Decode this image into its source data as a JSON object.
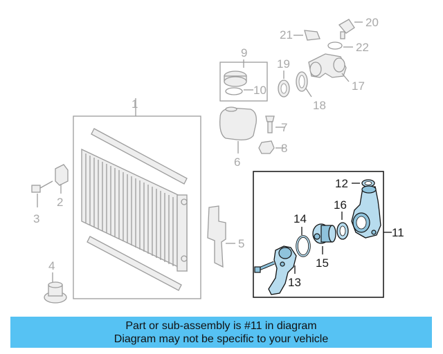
{
  "diagram": {
    "callouts": [
      {
        "id": "1",
        "text": "1"
      },
      {
        "id": "2",
        "text": "2"
      },
      {
        "id": "3",
        "text": "3"
      },
      {
        "id": "4",
        "text": "4"
      },
      {
        "id": "5",
        "text": "5"
      },
      {
        "id": "6",
        "text": "6"
      },
      {
        "id": "7",
        "text": "7"
      },
      {
        "id": "8",
        "text": "8"
      },
      {
        "id": "9",
        "text": "9"
      },
      {
        "id": "10",
        "text": "10"
      },
      {
        "id": "11",
        "text": "11"
      },
      {
        "id": "12",
        "text": "12"
      },
      {
        "id": "13",
        "text": "13"
      },
      {
        "id": "14",
        "text": "14"
      },
      {
        "id": "15",
        "text": "15"
      },
      {
        "id": "16",
        "text": "16"
      },
      {
        "id": "17",
        "text": "17"
      },
      {
        "id": "18",
        "text": "18"
      },
      {
        "id": "19",
        "text": "19"
      },
      {
        "id": "20",
        "text": "20"
      },
      {
        "id": "21",
        "text": "21"
      },
      {
        "id": "22",
        "text": "22"
      }
    ],
    "highlighted_part": "11",
    "colors": {
      "highlight_fill": "#b7dcee",
      "faded_line": "#9c9c9c",
      "banner": "#56c2f3"
    }
  },
  "banner": {
    "line1": "Part or sub-assembly is #11 in diagram",
    "line2": "Diagram may not be specific to your vehicle"
  }
}
